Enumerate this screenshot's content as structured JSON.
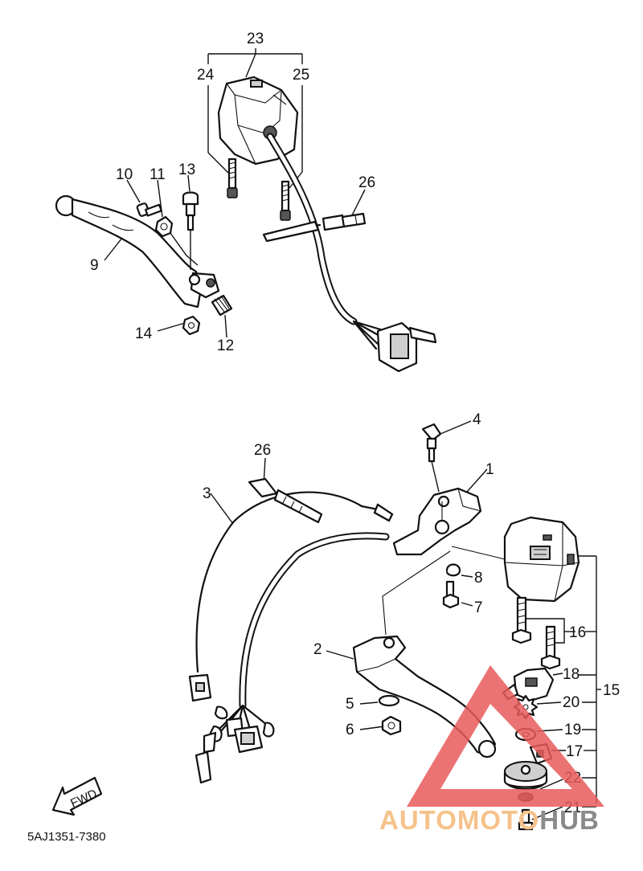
{
  "diagram": {
    "part_labels": {
      "p1": "1",
      "p2": "2",
      "p3": "3",
      "p4": "4",
      "p5": "5",
      "p6": "6",
      "p7": "7",
      "p8": "8",
      "p9": "9",
      "p10": "10",
      "p11": "11",
      "p12": "12",
      "p13": "13",
      "p14": "14",
      "p15": "15",
      "p16": "16",
      "p17": "17",
      "p18": "18",
      "p19": "19",
      "p20": "20",
      "p21": "21",
      "p22": "22",
      "p23": "23",
      "p24": "24",
      "p25": "25",
      "p26a": "26",
      "p26b": "26"
    },
    "fwd_label": "FWD",
    "drawing_code": "5AJ1351-7380"
  },
  "watermark": {
    "part1": "AUTOMOTO",
    "part2": "HUB",
    "color_part1": "#f5c28a",
    "color_part2": "#8a8a8a",
    "triangle_color": "#e85b5b"
  }
}
